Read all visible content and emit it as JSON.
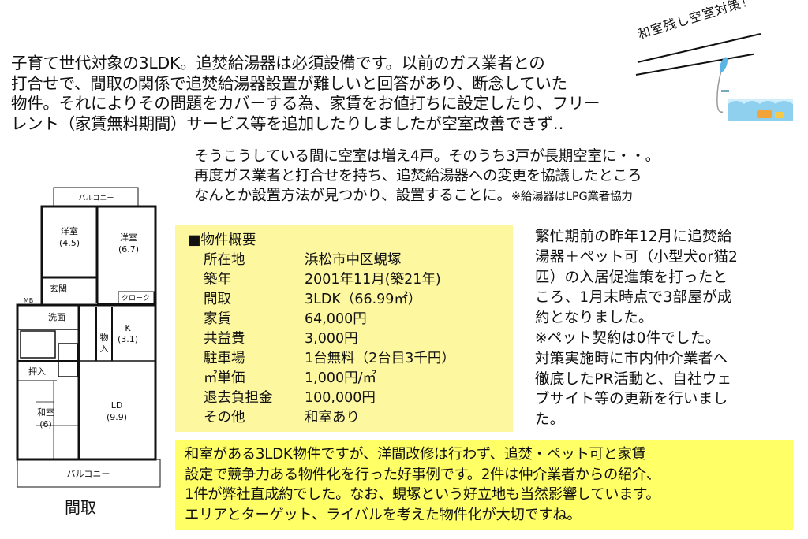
{
  "intro": {
    "lines": [
      "子育て世代対象の3LDK。追焚給湯器は必須設備です。以前のガス業者との",
      "打合せで、間取の関係で追焚給湯器設置が難しいと回答があり、断念していた",
      "物件。それによりその問題をカバーする為、家賃をお値打ちに設定したり、フリー",
      "レント（家賃無料期間）サービス等を追加したりしましたが空室改善できず‥"
    ]
  },
  "headline": "和室残し空室対策！",
  "illustration": {
    "icon": "shower-bathtub-icon"
  },
  "para2": {
    "lines": [
      "そうこうしている間に空室は増え4戸。そのうち3戸が長期空室に・・。",
      "再度ガス業者と打合せを持ち、追焚給湯器への変更を協議したところ",
      "なんとか設置方法が見つかり、設置することに。"
    ],
    "note": "※給湯器はLPG業者協力"
  },
  "floor_plan": {
    "label": "間取",
    "rooms": {
      "balcony_top": "バルコニー",
      "west1": "洋室",
      "west1_size": "(4.5)",
      "west2": "洋室",
      "west2_size": "(6.7)",
      "entrance": "玄関",
      "closet": "クローク",
      "mb": "MB",
      "washroom": "洗面",
      "kitchen": "K",
      "kitchen_size": "(3.1)",
      "storage1": "物",
      "storage2": "入",
      "oshiire": "押入",
      "washitsu": "和室",
      "washitsu_size": "(6)",
      "ld": "LD",
      "ld_size": "(9.9)",
      "balcony_bottom": "バルコニー"
    }
  },
  "overview": {
    "title": "■物件概要",
    "rows": [
      {
        "key": "所在地",
        "value": "浜松市中区蜆塚"
      },
      {
        "key": "築年",
        "value": "2001年11月(築21年)"
      },
      {
        "key": "間取",
        "value": "3LDK（66.99㎡）"
      },
      {
        "key": "家賃",
        "value": "64,000円"
      },
      {
        "key": "共益費",
        "value": "3,000円"
      },
      {
        "key": "駐車場",
        "value": "1台無料（2台目3千円）"
      },
      {
        "key": "㎡単価",
        "value": "1,000円/㎡"
      },
      {
        "key": "退去負担金",
        "value": "100,000円"
      },
      {
        "key": "その他",
        "value": "和室あり"
      }
    ]
  },
  "result_text": {
    "lines": [
      "繁忙期前の昨年12月に追焚給",
      "湯器＋ペット可（小型犬or猫2",
      "匹）の入居促進策を打ったと",
      "ころ、1月末時点で3部屋が成",
      "約となりました。",
      "※ペット契約は0件でした。",
      "対策実施時に市内仲介業者へ",
      "徹底したPR活動と、自社ウェ",
      "ブサイト等の更新を行いまし",
      "た。"
    ]
  },
  "summary": {
    "lines": [
      "和室がある3LDK物件ですが、洋間改修は行わず、追焚・ペット可と家賃",
      "設定で競争力ある物件化を行った好事例です。2件は仲介業者からの紹介、",
      "1件が弊社直成約でした。なお、蜆塚という好立地も当然影響しています。",
      "エリアとターゲット、ライバルを考えた物件化が大切ですね。"
    ]
  },
  "colors": {
    "box1": "#fdf8a0",
    "box2": "#ffff66",
    "water": "#8fd0ee"
  }
}
